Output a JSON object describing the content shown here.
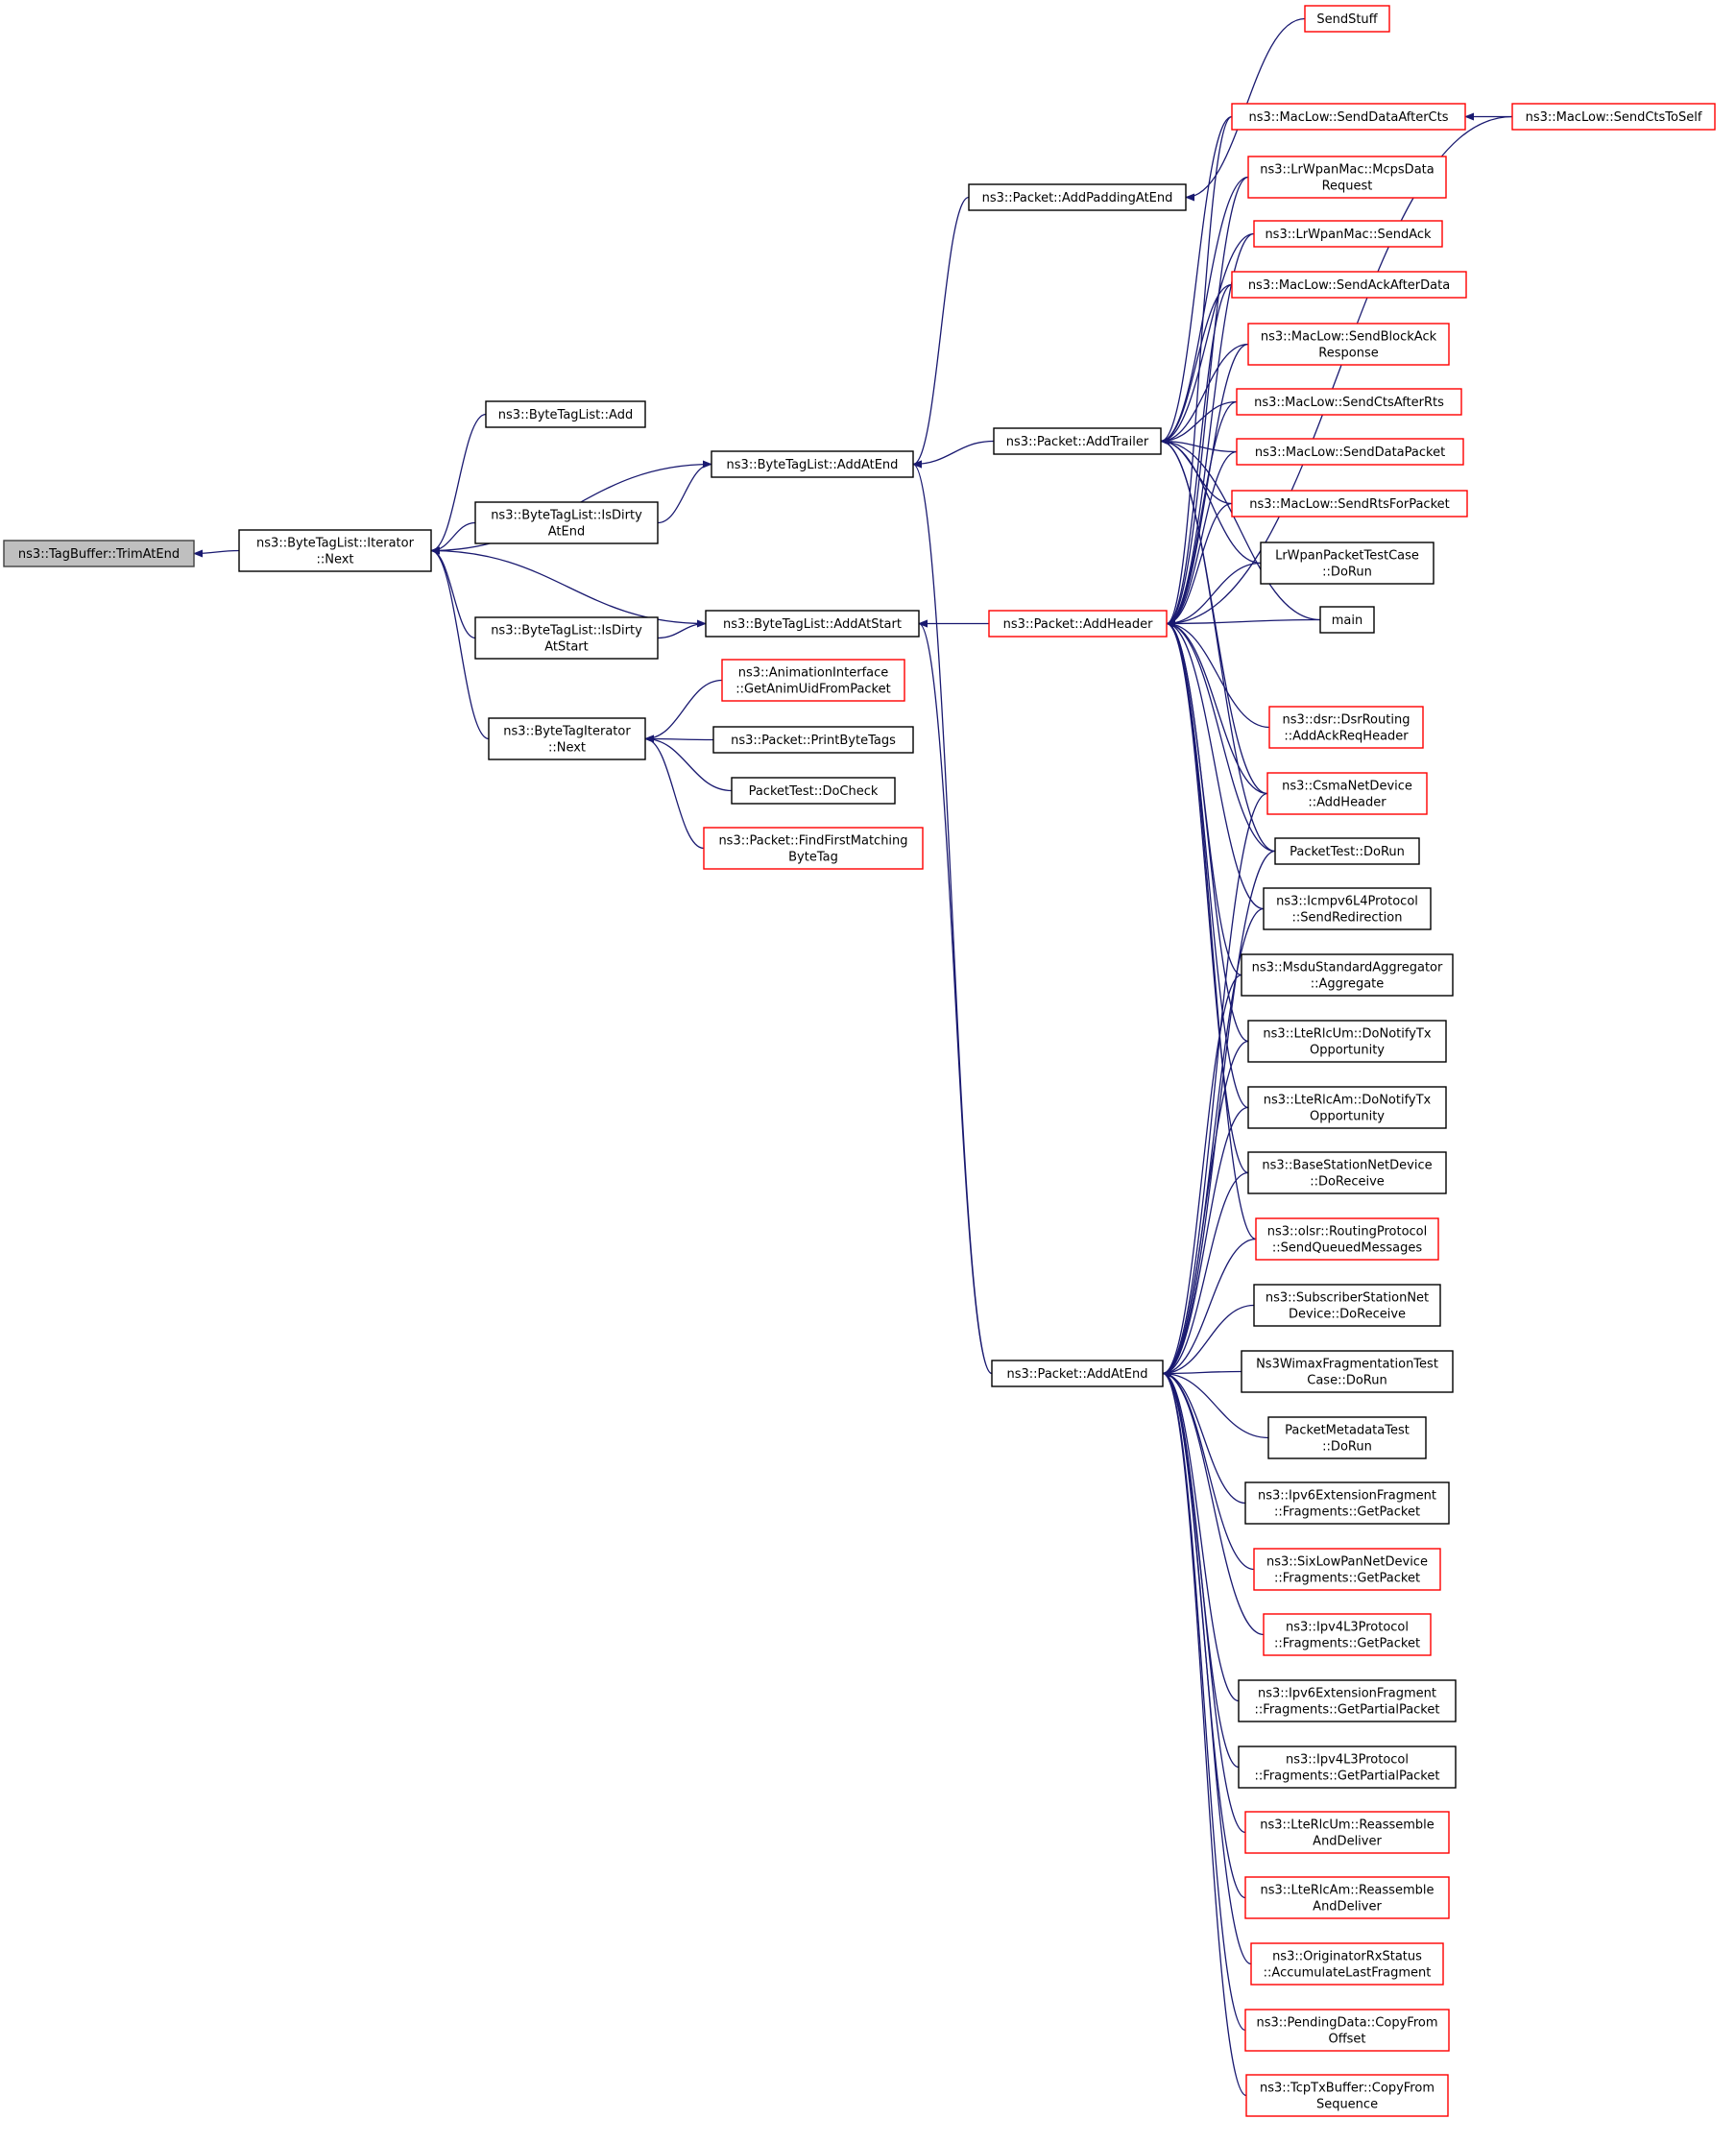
{
  "colors": {
    "edge": "#191970",
    "normal_border": "#000000",
    "truncated_border": "#ff0000",
    "highlight_fill": "#bfbfbf",
    "highlight_border": "#404040"
  },
  "nodes": {
    "TagBufferTrimAtEnd": {
      "lines": [
        "ns3::TagBuffer::TrimAtEnd"
      ],
      "style": "highlight"
    },
    "IteratorNext": {
      "lines": [
        "ns3::ByteTagList::Iterator",
        "::Next"
      ],
      "style": "normal"
    },
    "ByteTagListAdd": {
      "lines": [
        "ns3::ByteTagList::Add"
      ],
      "style": "normal"
    },
    "IsDirtyAtEnd": {
      "lines": [
        "ns3::ByteTagList::IsDirty",
        "AtEnd"
      ],
      "style": "normal"
    },
    "IsDirtyAtStart": {
      "lines": [
        "ns3::ByteTagList::IsDirty",
        "AtStart"
      ],
      "style": "normal"
    },
    "ByteTagIteratorNext": {
      "lines": [
        "ns3::ByteTagIterator",
        "::Next"
      ],
      "style": "normal"
    },
    "ByteTagListAddAtEnd": {
      "lines": [
        "ns3::ByteTagList::AddAtEnd"
      ],
      "style": "normal"
    },
    "ByteTagListAddAtStart": {
      "lines": [
        "ns3::ByteTagList::AddAtStart"
      ],
      "style": "normal"
    },
    "GetAnimUid": {
      "lines": [
        "ns3::AnimationInterface",
        "::GetAnimUidFromPacket"
      ],
      "style": "truncated"
    },
    "PrintByteTags": {
      "lines": [
        "ns3::Packet::PrintByteTags"
      ],
      "style": "normal"
    },
    "PacketTestDoCheck": {
      "lines": [
        "PacketTest::DoCheck"
      ],
      "style": "normal"
    },
    "FindFirstMatching": {
      "lines": [
        "ns3::Packet::FindFirstMatching",
        "ByteTag"
      ],
      "style": "truncated"
    },
    "AddPaddingAtEnd": {
      "lines": [
        "ns3::Packet::AddPaddingAtEnd"
      ],
      "style": "normal"
    },
    "AddTrailer": {
      "lines": [
        "ns3::Packet::AddTrailer"
      ],
      "style": "normal"
    },
    "AddHeader": {
      "lines": [
        "ns3::Packet::AddHeader"
      ],
      "style": "truncated"
    },
    "PacketAddAtEnd": {
      "lines": [
        "ns3::Packet::AddAtEnd"
      ],
      "style": "normal"
    },
    "SendStuff": {
      "lines": [
        "SendStuff"
      ],
      "style": "truncated"
    },
    "SendDataAfterCts": {
      "lines": [
        "ns3::MacLow::SendDataAfterCts"
      ],
      "style": "truncated"
    },
    "SendCtsToSelf": {
      "lines": [
        "ns3::MacLow::SendCtsToSelf"
      ],
      "style": "truncated"
    },
    "McpsData": {
      "lines": [
        "ns3::LrWpanMac::McpsData",
        "Request"
      ],
      "style": "truncated"
    },
    "LrSendAck": {
      "lines": [
        "ns3::LrWpanMac::SendAck"
      ],
      "style": "truncated"
    },
    "SendAckAfterData": {
      "lines": [
        "ns3::MacLow::SendAckAfterData"
      ],
      "style": "truncated"
    },
    "SendBlockAck": {
      "lines": [
        "ns3::MacLow::SendBlockAck",
        "Response"
      ],
      "style": "truncated"
    },
    "SendCtsAfterRts": {
      "lines": [
        "ns3::MacLow::SendCtsAfterRts"
      ],
      "style": "truncated"
    },
    "SendDataPacket": {
      "lines": [
        "ns3::MacLow::SendDataPacket"
      ],
      "style": "truncated"
    },
    "SendRtsForPacket": {
      "lines": [
        "ns3::MacLow::SendRtsForPacket"
      ],
      "style": "truncated"
    },
    "LrWpanPacketTest": {
      "lines": [
        "LrWpanPacketTestCase",
        "::DoRun"
      ],
      "style": "normal"
    },
    "main": {
      "lines": [
        "main"
      ],
      "style": "normal"
    },
    "DsrAddAck": {
      "lines": [
        "ns3::dsr::DsrRouting",
        "::AddAckReqHeader"
      ],
      "style": "truncated"
    },
    "CsmaAddHeader": {
      "lines": [
        "ns3::CsmaNetDevice",
        "::AddHeader"
      ],
      "style": "truncated"
    },
    "PacketTestDoRun": {
      "lines": [
        "PacketTest::DoRun"
      ],
      "style": "normal"
    },
    "Icmpv6": {
      "lines": [
        "ns3::Icmpv6L4Protocol",
        "::SendRedirection"
      ],
      "style": "normal"
    },
    "Msdu": {
      "lines": [
        "ns3::MsduStandardAggregator",
        "::Aggregate"
      ],
      "style": "normal"
    },
    "LteRlcUmNotify": {
      "lines": [
        "ns3::LteRlcUm::DoNotifyTx",
        "Opportunity"
      ],
      "style": "normal"
    },
    "LteRlcAmNotify": {
      "lines": [
        "ns3::LteRlcAm::DoNotifyTx",
        "Opportunity"
      ],
      "style": "normal"
    },
    "BaseStation": {
      "lines": [
        "ns3::BaseStationNetDevice",
        "::DoReceive"
      ],
      "style": "normal"
    },
    "Olsr": {
      "lines": [
        "ns3::olsr::RoutingProtocol",
        "::SendQueuedMessages"
      ],
      "style": "truncated"
    },
    "Subscriber": {
      "lines": [
        "ns3::SubscriberStationNet",
        "Device::DoReceive"
      ],
      "style": "normal"
    },
    "WimaxFrag": {
      "lines": [
        "Ns3WimaxFragmentationTest",
        "Case::DoRun"
      ],
      "style": "normal"
    },
    "PacketMetadata": {
      "lines": [
        "PacketMetadataTest",
        "::DoRun"
      ],
      "style": "normal"
    },
    "Ipv6FragGet": {
      "lines": [
        "ns3::Ipv6ExtensionFragment",
        "::Fragments::GetPacket"
      ],
      "style": "normal"
    },
    "SixLowPan": {
      "lines": [
        "ns3::SixLowPanNetDevice",
        "::Fragments::GetPacket"
      ],
      "style": "truncated"
    },
    "Ipv4L3Get": {
      "lines": [
        "ns3::Ipv4L3Protocol",
        "::Fragments::GetPacket"
      ],
      "style": "truncated"
    },
    "Ipv6FragPartial": {
      "lines": [
        "ns3::Ipv6ExtensionFragment",
        "::Fragments::GetPartialPacket"
      ],
      "style": "normal"
    },
    "Ipv4L3Partial": {
      "lines": [
        "ns3::Ipv4L3Protocol",
        "::Fragments::GetPartialPacket"
      ],
      "style": "normal"
    },
    "LteRlcUmReassemble": {
      "lines": [
        "ns3::LteRlcUm::Reassemble",
        "AndDeliver"
      ],
      "style": "truncated"
    },
    "LteRlcAmReassemble": {
      "lines": [
        "ns3::LteRlcAm::Reassemble",
        "AndDeliver"
      ],
      "style": "truncated"
    },
    "Originator": {
      "lines": [
        "ns3::OriginatorRxStatus",
        "::AccumulateLastFragment"
      ],
      "style": "truncated"
    },
    "PendingData": {
      "lines": [
        "ns3::PendingData::CopyFrom",
        "Offset"
      ],
      "style": "truncated"
    },
    "TcpTxBuffer": {
      "lines": [
        "ns3::TcpTxBuffer::CopyFrom",
        "Sequence"
      ],
      "style": "truncated"
    }
  },
  "edges": [
    [
      "IteratorNext",
      "TagBufferTrimAtEnd"
    ],
    [
      "ByteTagListAdd",
      "IteratorNext"
    ],
    [
      "ByteTagListAddAtEnd",
      "IteratorNext"
    ],
    [
      "IsDirtyAtEnd",
      "IteratorNext"
    ],
    [
      "ByteTagListAddAtStart",
      "IteratorNext"
    ],
    [
      "IsDirtyAtStart",
      "IteratorNext"
    ],
    [
      "ByteTagIteratorNext",
      "IteratorNext"
    ],
    [
      "IsDirtyAtEnd",
      "ByteTagListAddAtEnd"
    ],
    [
      "IsDirtyAtStart",
      "ByteTagListAddAtStart"
    ],
    [
      "GetAnimUid",
      "ByteTagIteratorNext"
    ],
    [
      "PrintByteTags",
      "ByteTagIteratorNext"
    ],
    [
      "PacketTestDoCheck",
      "ByteTagIteratorNext"
    ],
    [
      "FindFirstMatching",
      "ByteTagIteratorNext"
    ],
    [
      "AddPaddingAtEnd",
      "ByteTagListAddAtEnd"
    ],
    [
      "AddTrailer",
      "ByteTagListAddAtEnd"
    ],
    [
      "PacketAddAtEnd",
      "ByteTagListAddAtEnd"
    ],
    [
      "AddHeader",
      "ByteTagListAddAtStart"
    ],
    [
      "PacketAddAtEnd",
      "ByteTagListAddAtStart"
    ],
    [
      "SendStuff",
      "AddPaddingAtEnd"
    ],
    [
      "SendCtsToSelf",
      "SendDataAfterCts"
    ],
    [
      "SendDataAfterCts",
      "AddTrailer"
    ],
    [
      "McpsData",
      "AddTrailer"
    ],
    [
      "LrSendAck",
      "AddTrailer"
    ],
    [
      "SendAckAfterData",
      "AddTrailer"
    ],
    [
      "SendBlockAck",
      "AddTrailer"
    ],
    [
      "SendCtsAfterRts",
      "AddTrailer"
    ],
    [
      "SendDataPacket",
      "AddTrailer"
    ],
    [
      "SendRtsForPacket",
      "AddTrailer"
    ],
    [
      "LrWpanPacketTest",
      "AddTrailer"
    ],
    [
      "main",
      "AddTrailer"
    ],
    [
      "CsmaAddHeader",
      "AddTrailer"
    ],
    [
      "PacketTestDoRun",
      "AddTrailer"
    ],
    [
      "SendCtsToSelf",
      "AddHeader"
    ],
    [
      "SendDataAfterCts",
      "AddHeader"
    ],
    [
      "McpsData",
      "AddHeader"
    ],
    [
      "LrSendAck",
      "AddHeader"
    ],
    [
      "SendAckAfterData",
      "AddHeader"
    ],
    [
      "SendBlockAck",
      "AddHeader"
    ],
    [
      "SendCtsAfterRts",
      "AddHeader"
    ],
    [
      "SendDataPacket",
      "AddHeader"
    ],
    [
      "SendRtsForPacket",
      "AddHeader"
    ],
    [
      "LrWpanPacketTest",
      "AddHeader"
    ],
    [
      "main",
      "AddHeader"
    ],
    [
      "DsrAddAck",
      "AddHeader"
    ],
    [
      "CsmaAddHeader",
      "AddHeader"
    ],
    [
      "PacketTestDoRun",
      "AddHeader"
    ],
    [
      "Icmpv6",
      "AddHeader"
    ],
    [
      "Msdu",
      "AddHeader"
    ],
    [
      "LteRlcUmNotify",
      "AddHeader"
    ],
    [
      "LteRlcAmNotify",
      "AddHeader"
    ],
    [
      "BaseStation",
      "AddHeader"
    ],
    [
      "Olsr",
      "AddHeader"
    ],
    [
      "CsmaAddHeader",
      "PacketAddAtEnd"
    ],
    [
      "PacketTestDoRun",
      "PacketAddAtEnd"
    ],
    [
      "Icmpv6",
      "PacketAddAtEnd"
    ],
    [
      "Msdu",
      "PacketAddAtEnd"
    ],
    [
      "LteRlcUmNotify",
      "PacketAddAtEnd"
    ],
    [
      "LteRlcAmNotify",
      "PacketAddAtEnd"
    ],
    [
      "BaseStation",
      "PacketAddAtEnd"
    ],
    [
      "Olsr",
      "PacketAddAtEnd"
    ],
    [
      "Subscriber",
      "PacketAddAtEnd"
    ],
    [
      "WimaxFrag",
      "PacketAddAtEnd"
    ],
    [
      "PacketMetadata",
      "PacketAddAtEnd"
    ],
    [
      "Ipv6FragGet",
      "PacketAddAtEnd"
    ],
    [
      "SixLowPan",
      "PacketAddAtEnd"
    ],
    [
      "Ipv4L3Get",
      "PacketAddAtEnd"
    ],
    [
      "Ipv6FragPartial",
      "PacketAddAtEnd"
    ],
    [
      "Ipv4L3Partial",
      "PacketAddAtEnd"
    ],
    [
      "LteRlcUmReassemble",
      "PacketAddAtEnd"
    ],
    [
      "LteRlcAmReassemble",
      "PacketAddAtEnd"
    ],
    [
      "Originator",
      "PacketAddAtEnd"
    ],
    [
      "PendingData",
      "PacketAddAtEnd"
    ],
    [
      "TcpTxBuffer",
      "PacketAddAtEnd"
    ]
  ]
}
